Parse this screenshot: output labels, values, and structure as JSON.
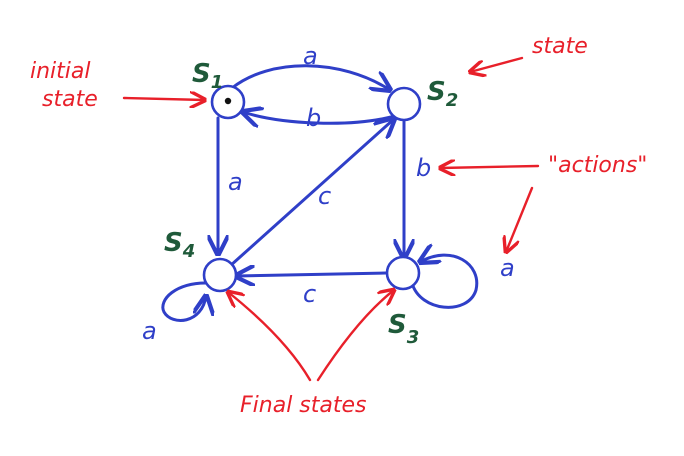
{
  "states": {
    "s1": {
      "letter": "S",
      "sub": "1"
    },
    "s2": {
      "letter": "S",
      "sub": "2"
    },
    "s3": {
      "letter": "S",
      "sub": "3"
    },
    "s4": {
      "letter": "S",
      "sub": "4"
    }
  },
  "transitions": {
    "s1_s2": "a",
    "s2_s1": "b",
    "s1_s4": "a",
    "s4_s2": "c",
    "s2_s3": "b",
    "s3_s4": "c",
    "s4_loop": "a",
    "s3_loop": "a"
  },
  "annotations": {
    "initial_line1": "initial",
    "initial_line2": "state",
    "state": "state",
    "actions": "\"actions\"",
    "final_states": "Final states"
  },
  "colors": {
    "edges": "#2f3fc8",
    "annotations": "#e8202a",
    "state_names": "#1f5a3a",
    "final_hatch": "#2f3fc8"
  }
}
